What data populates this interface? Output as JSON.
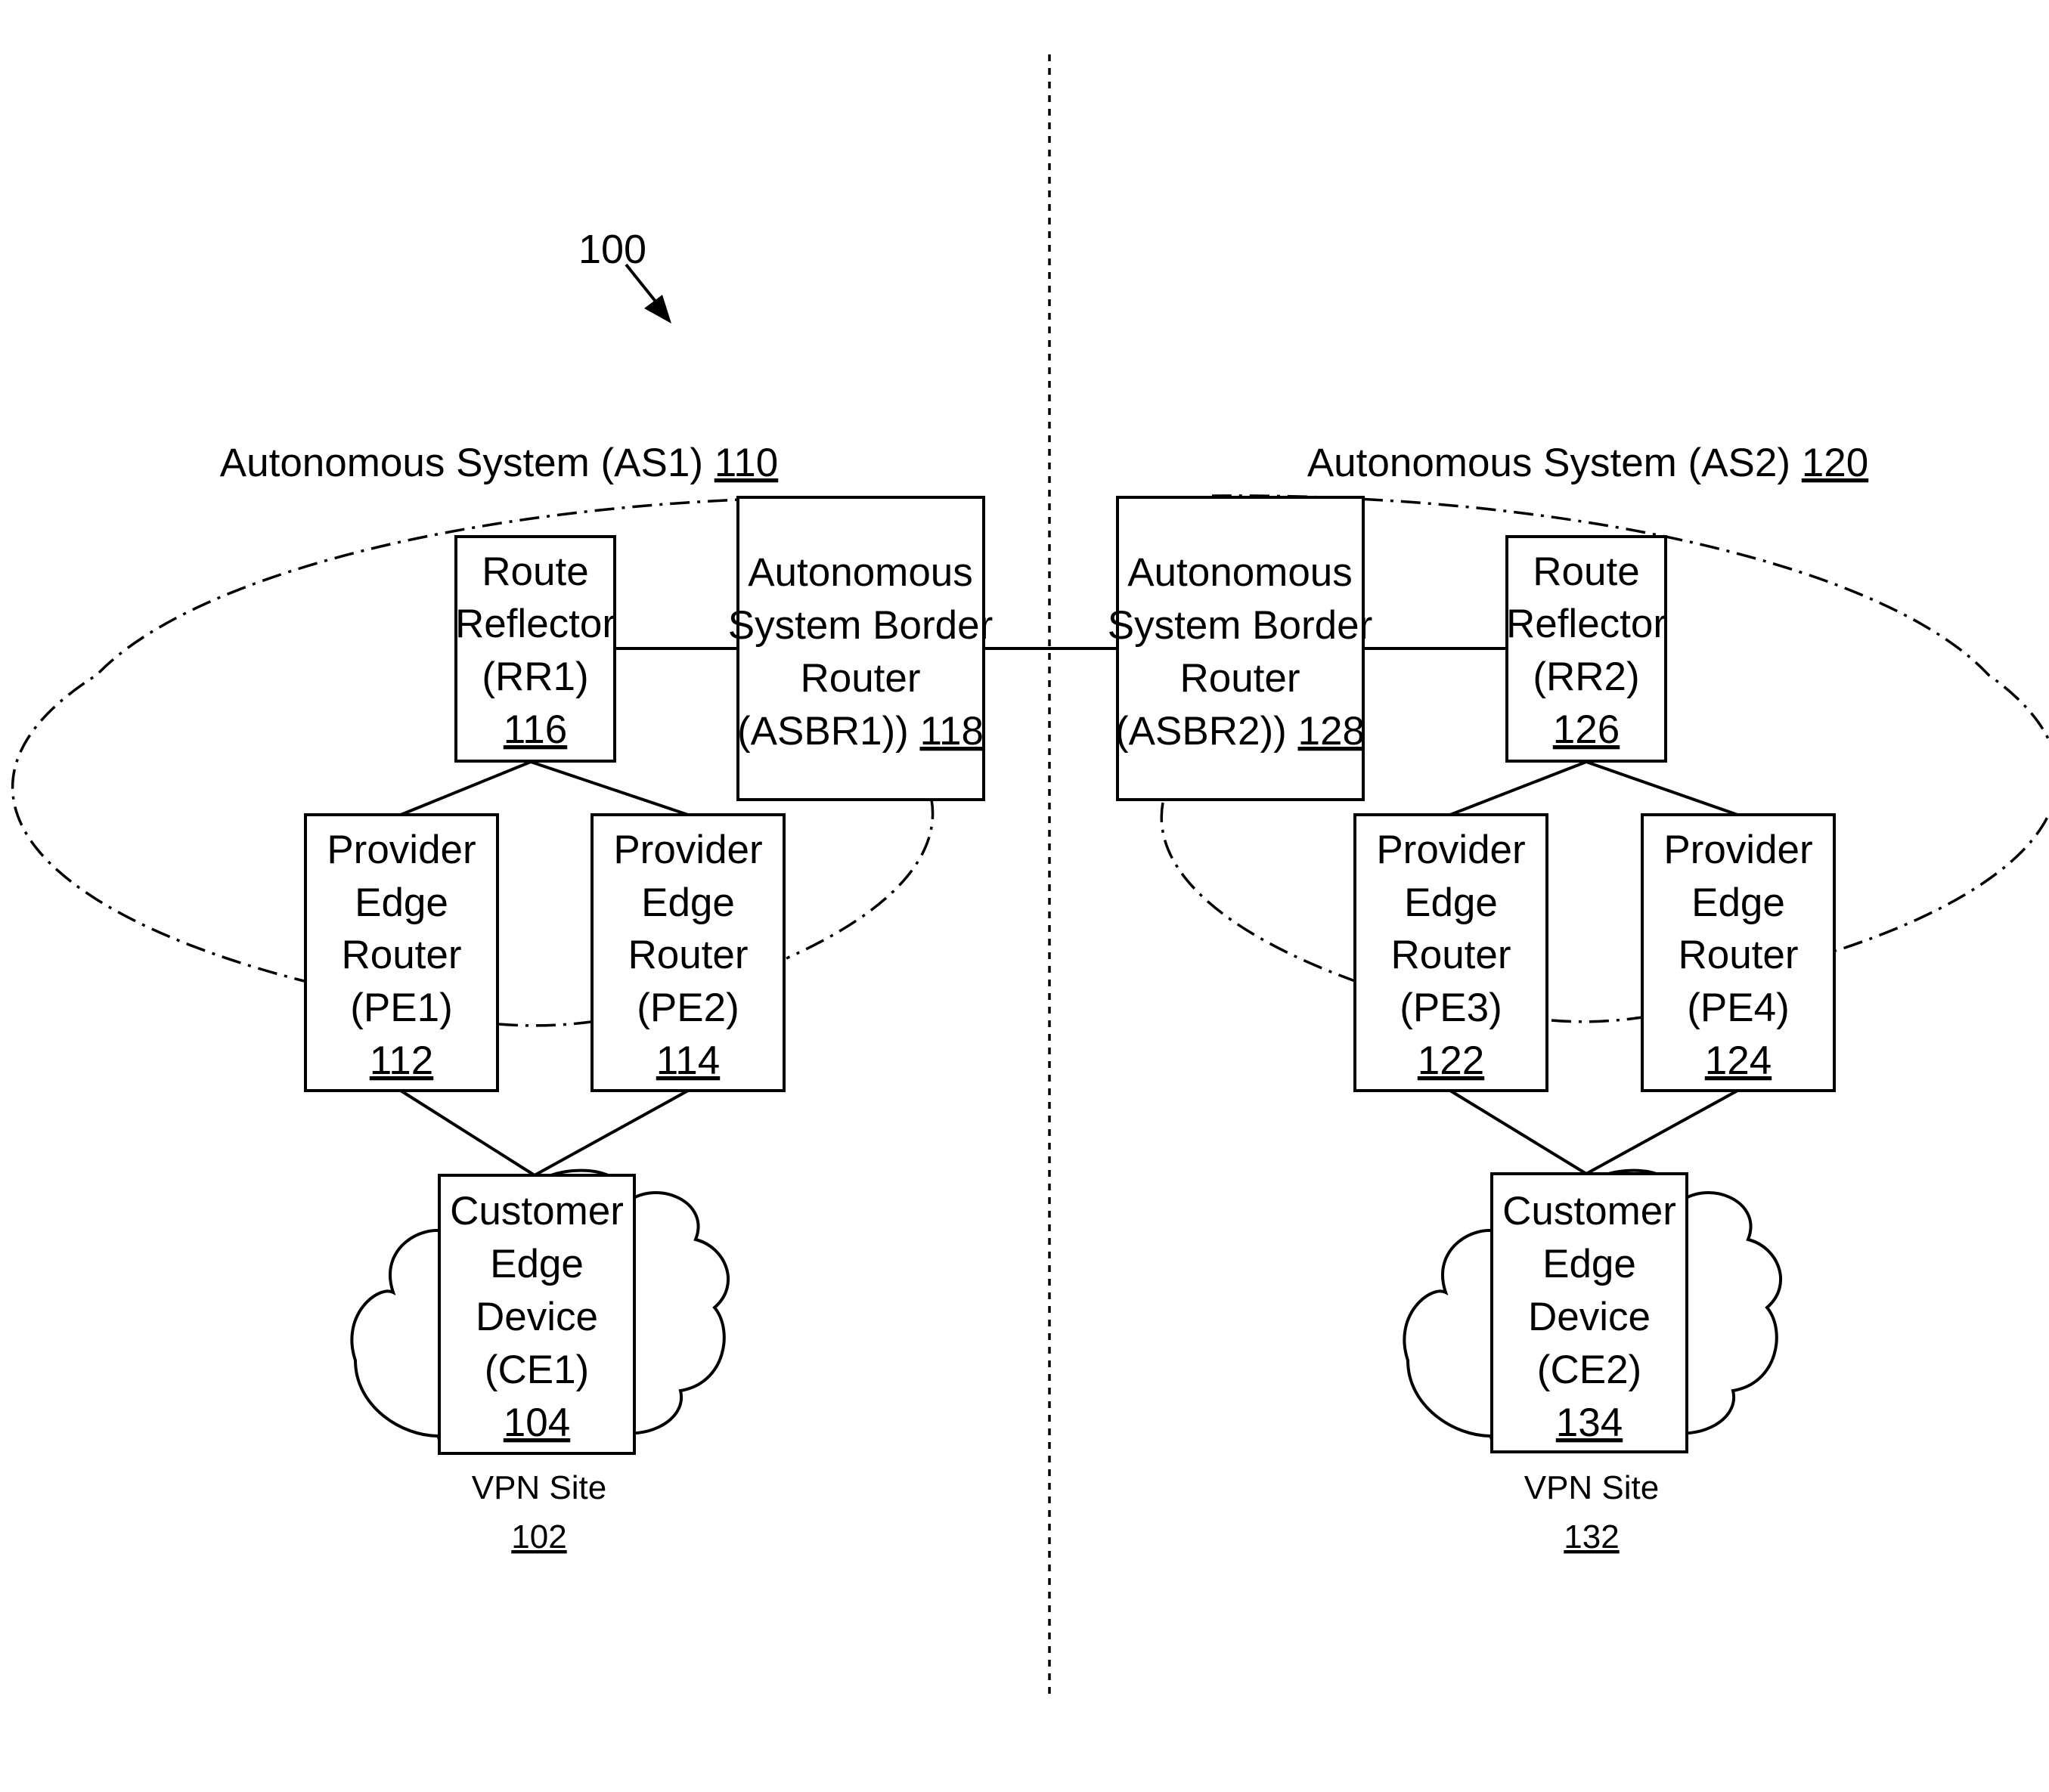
{
  "figure": {
    "ref": "100"
  },
  "as1": {
    "label": "Autonomous System (AS1) ",
    "ref": "110"
  },
  "as2": {
    "label": "Autonomous System (AS2) ",
    "ref": "120"
  },
  "rr1": {
    "lines": [
      "Route",
      "Reflector",
      "(RR1)"
    ],
    "ref": "116"
  },
  "rr2": {
    "lines": [
      "Route",
      "Reflector",
      "(RR2)"
    ],
    "ref": "126"
  },
  "asbr1": {
    "lines": [
      "Autonomous",
      "System Border",
      "Router"
    ],
    "last": "(ASBR1)) ",
    "ref": "118"
  },
  "asbr2": {
    "lines": [
      "Autonomous",
      "System Border",
      "Router"
    ],
    "last": "(ASBR2)) ",
    "ref": "128"
  },
  "pe1": {
    "lines": [
      "Provider",
      "Edge",
      "Router",
      "(PE1)"
    ],
    "ref": "112"
  },
  "pe2": {
    "lines": [
      "Provider",
      "Edge",
      "Router",
      "(PE2)"
    ],
    "ref": "114"
  },
  "pe3": {
    "lines": [
      "Provider",
      "Edge",
      "Router",
      "(PE3)"
    ],
    "ref": "122"
  },
  "pe4": {
    "lines": [
      "Provider",
      "Edge",
      "Router",
      "(PE4)"
    ],
    "ref": "124"
  },
  "ce1": {
    "lines": [
      "Customer",
      "Edge",
      "Device",
      "(CE1)"
    ],
    "ref": "104"
  },
  "ce2": {
    "lines": [
      "Customer",
      "Edge",
      "Device",
      "(CE2)"
    ],
    "ref": "134"
  },
  "vpn1": {
    "label": "VPN Site",
    "ref": "102"
  },
  "vpn2": {
    "label": "VPN Site",
    "ref": "132"
  }
}
